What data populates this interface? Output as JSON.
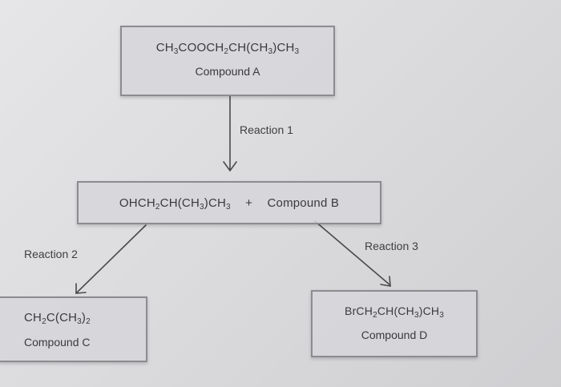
{
  "compound_a": {
    "formula": [
      {
        "t": "CH"
      },
      {
        "s": "3"
      },
      {
        "t": "COOCH"
      },
      {
        "s": "2"
      },
      {
        "t": "CH(CH"
      },
      {
        "s": "3"
      },
      {
        "t": ")CH"
      },
      {
        "s": "3"
      }
    ],
    "name": "Compound A"
  },
  "reaction_1": "Reaction 1",
  "middle": {
    "formula": [
      {
        "t": "OHCH"
      },
      {
        "s": "2"
      },
      {
        "t": "CH(CH"
      },
      {
        "s": "3"
      },
      {
        "t": ")CH"
      },
      {
        "s": "3"
      }
    ],
    "plus": "+",
    "compound_b": "Compound B"
  },
  "reaction_2": "Reaction 2",
  "reaction_3": "Reaction 3",
  "compound_c": {
    "formula": [
      {
        "t": "CH"
      },
      {
        "s": "2"
      },
      {
        "t": "C(CH"
      },
      {
        "s": "3"
      },
      {
        "t": ")"
      },
      {
        "s": "2"
      }
    ],
    "name": "Compound C"
  },
  "compound_d": {
    "formula": [
      {
        "t": "BrCH"
      },
      {
        "s": "2"
      },
      {
        "t": "CH(CH"
      },
      {
        "s": "3"
      },
      {
        "t": ")CH"
      },
      {
        "s": "3"
      }
    ],
    "name": "Compound D"
  }
}
